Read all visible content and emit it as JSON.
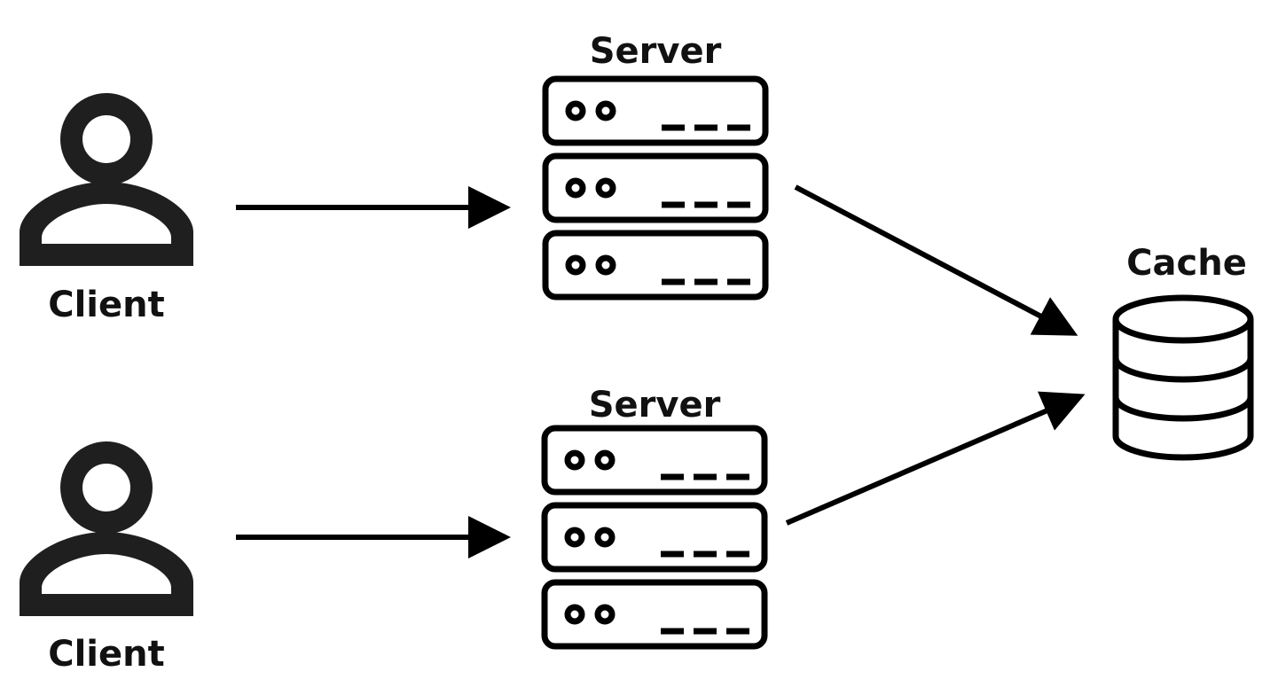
{
  "diagram": {
    "nodes": [
      {
        "id": "client-1",
        "kind": "client",
        "label": "Client"
      },
      {
        "id": "client-2",
        "kind": "client",
        "label": "Client"
      },
      {
        "id": "server-1",
        "kind": "server",
        "label": "Server"
      },
      {
        "id": "server-2",
        "kind": "server",
        "label": "Server"
      },
      {
        "id": "cache",
        "kind": "database",
        "label": "Cache"
      }
    ],
    "edges": [
      {
        "from": "client-1",
        "to": "server-1"
      },
      {
        "from": "client-2",
        "to": "server-2"
      },
      {
        "from": "server-1",
        "to": "cache"
      },
      {
        "from": "server-2",
        "to": "cache"
      }
    ]
  },
  "colors": {
    "ink": "#000000",
    "icon_fill": "#1f1f1f",
    "background": "#ffffff"
  }
}
